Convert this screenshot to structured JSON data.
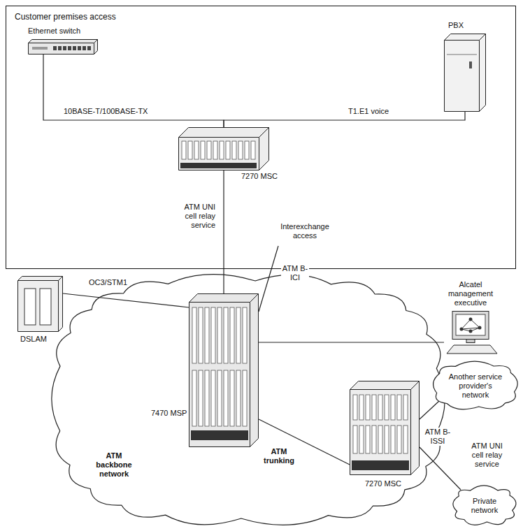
{
  "diagram": {
    "nodes": [
      {
        "text": [
          "Customer premises access"
        ]
      },
      {
        "text": [
          "Ethernet switch"
        ],
        "in": 0
      },
      {
        "text": [
          "PBX"
        ],
        "in": 0
      },
      {
        "text": [
          "7270 MSC"
        ],
        "in": 0
      },
      {
        "text": [
          "DSLAM"
        ]
      },
      {
        "text": [
          "ATM backbone network"
        ]
      },
      {
        "text": [
          "7470 MSP"
        ],
        "in": 5
      },
      {
        "text": [
          "Alcatel management executive"
        ]
      },
      {
        "text": [
          "7270 MSC"
        ],
        "in": 5
      },
      {
        "text": [
          "Another service provider's network"
        ]
      },
      {
        "text": [
          "Private network"
        ]
      }
    ],
    "edges": [
      {
        "from": 1,
        "to": 3,
        "label": "10BASE-T/100BASE-TX",
        "arrow": "none"
      },
      {
        "from": 2,
        "to": 3,
        "label": "T1.E1 voice",
        "arrow": "none"
      },
      {
        "from": 3,
        "to": 6,
        "label": "ATM UNI cell relay service",
        "arrow": "none"
      },
      {
        "from": 4,
        "to": 6,
        "label": "OC3/STM1",
        "arrow": "none"
      },
      {
        "from": 6,
        "to": 7,
        "arrow": "none"
      },
      {
        "from": 6,
        "to": 8,
        "label": "ATM trunking",
        "arrow": "none"
      },
      {
        "from": 8,
        "to": 9,
        "label": "ATM B-ISSI",
        "arrow": "none"
      },
      {
        "from": 8,
        "to": 10,
        "label": "ATM UNI cell relay service",
        "arrow": "none"
      }
    ],
    "labels": [
      "Interexchange access",
      "ATM B-ICI"
    ]
  }
}
